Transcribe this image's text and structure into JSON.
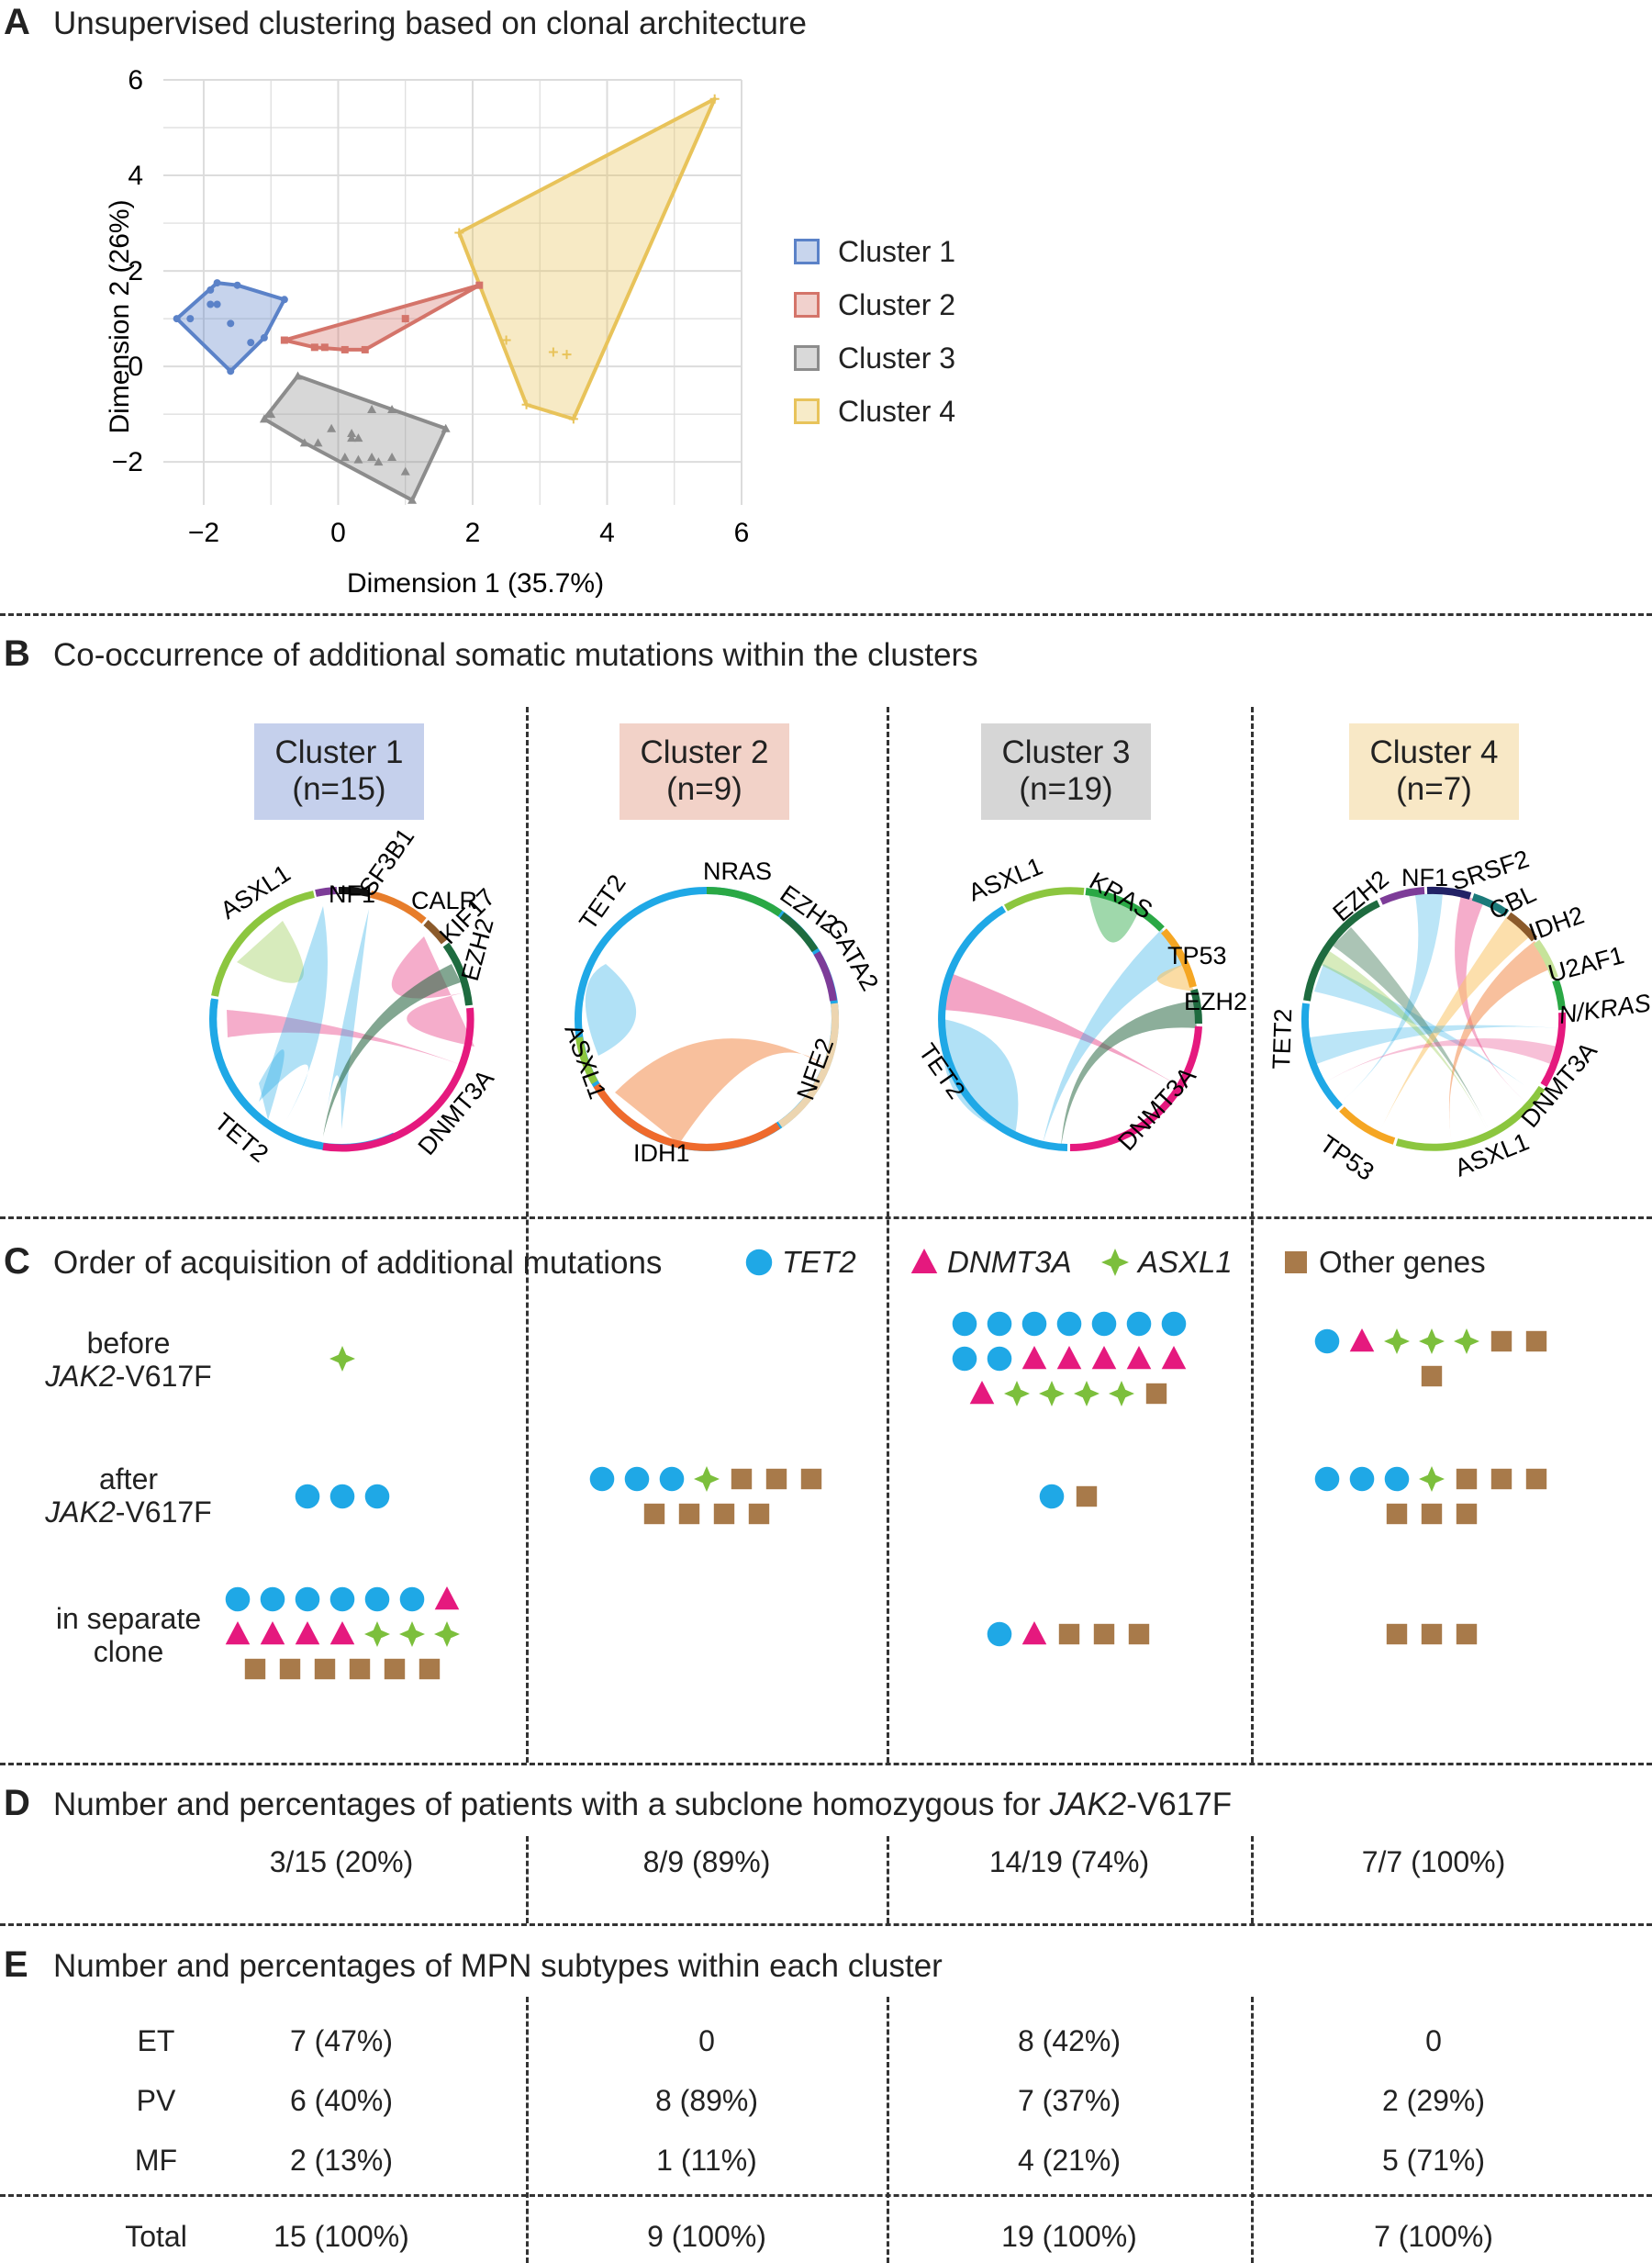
{
  "panel_a": {
    "letter": "A",
    "title": "Unsupervised clustering based on clonal architecture",
    "xlabel": "Dimension 1 (35.7%)",
    "ylabel": "Dimension 2 (26%)",
    "x_ticks": [
      "−2",
      "0",
      "2",
      "4",
      "6"
    ],
    "y_ticks": [
      "6",
      "4",
      "2",
      "0",
      "−2"
    ],
    "legend": [
      "Cluster 1",
      "Cluster 2",
      "Cluster 3",
      "Cluster 4"
    ],
    "colors": {
      "cluster1": "#5b82c8",
      "cluster2": "#d4746a",
      "cluster3": "#8c8c8c",
      "cluster4": "#e8c35a"
    }
  },
  "chart_data": {
    "type": "scatter",
    "xlabel": "Dimension 1 (35.7%)",
    "ylabel": "Dimension 2 (26%)",
    "xlim": [
      -2.6,
      6
    ],
    "ylim": [
      -2.9,
      6
    ],
    "grid": true,
    "legend_position": "right",
    "series": [
      {
        "name": "Cluster 1",
        "marker": "circle",
        "points": [
          [
            -2.4,
            1.0
          ],
          [
            -2.2,
            1.0
          ],
          [
            -1.9,
            1.3
          ],
          [
            -1.9,
            1.6
          ],
          [
            -1.8,
            1.75
          ],
          [
            -1.5,
            1.7
          ],
          [
            -1.8,
            1.3
          ],
          [
            -1.6,
            0.9
          ],
          [
            -1.3,
            0.5
          ],
          [
            -1.6,
            -0.1
          ],
          [
            -0.8,
            1.4
          ],
          [
            -1.1,
            0.6
          ]
        ]
      },
      {
        "name": "Cluster 2",
        "marker": "square",
        "points": [
          [
            -0.8,
            0.55
          ],
          [
            -0.35,
            0.4
          ],
          [
            -0.2,
            0.4
          ],
          [
            0.1,
            0.35
          ],
          [
            0.4,
            0.35
          ],
          [
            1.0,
            1.0
          ],
          [
            2.1,
            1.7
          ]
        ]
      },
      {
        "name": "Cluster 3",
        "marker": "triangle",
        "points": [
          [
            -0.6,
            -0.2
          ],
          [
            -1.0,
            -1.0
          ],
          [
            -1.1,
            -1.1
          ],
          [
            -0.5,
            -1.6
          ],
          [
            -0.1,
            -1.3
          ],
          [
            0.2,
            -1.4
          ],
          [
            0.3,
            -1.5
          ],
          [
            0.1,
            -1.9
          ],
          [
            0.3,
            -1.95
          ],
          [
            0.5,
            -1.9
          ],
          [
            0.6,
            -2.0
          ],
          [
            0.8,
            -1.9
          ],
          [
            0.2,
            -1.5
          ],
          [
            -0.3,
            -1.6
          ],
          [
            1.0,
            -2.2
          ],
          [
            1.6,
            -1.3
          ],
          [
            1.1,
            -2.8
          ],
          [
            0.8,
            -0.9
          ],
          [
            0.5,
            -0.9
          ]
        ]
      },
      {
        "name": "Cluster 4",
        "marker": "plus",
        "points": [
          [
            5.6,
            5.6
          ],
          [
            1.8,
            2.8
          ],
          [
            2.5,
            0.55
          ],
          [
            3.2,
            0.3
          ],
          [
            3.4,
            0.25
          ],
          [
            2.8,
            -0.8
          ],
          [
            3.5,
            -1.1
          ]
        ]
      }
    ]
  },
  "panel_b": {
    "letter": "B",
    "title": "Co-occurrence of additional somatic mutations within the clusters",
    "clusters": [
      {
        "name": "Cluster 1",
        "n": "(n=15)",
        "bg": "#c5d0ec",
        "genes": [
          "ASXL1",
          "NF1",
          "SF3B1",
          "CALR",
          "KIF17",
          "EZH2",
          "DNMT3A",
          "TET2"
        ]
      },
      {
        "name": "Cluster 2",
        "n": "(n=9)",
        "bg": "#f2d2c8",
        "genes": [
          "TET2",
          "NRAS",
          "EZH2",
          "GATA2",
          "NFE2",
          "IDH1",
          "ASXL1"
        ]
      },
      {
        "name": "Cluster 3",
        "n": "(n=19)",
        "bg": "#d6d6d6",
        "genes": [
          "ASXL1",
          "KRAS",
          "TP53",
          "EZH2",
          "DNMT3A",
          "TET2"
        ]
      },
      {
        "name": "Cluster 4",
        "n": "(n=7)",
        "bg": "#f8e8c6",
        "genes": [
          "EZH2",
          "NF1",
          "SRSF2",
          "CBL",
          "IDH2",
          "U2AF1",
          "N/KRAS",
          "DNMT3A",
          "ASXL1",
          "TP53",
          "TET2"
        ]
      }
    ]
  },
  "panel_c": {
    "letter": "C",
    "title": "Order of acquisition of additional mutations",
    "legend": [
      {
        "label": "TET2",
        "shape": "circle",
        "color": "#1fa8e6"
      },
      {
        "label": "DNMT3A",
        "shape": "triangle",
        "color": "#e5197e"
      },
      {
        "label": "ASXL1",
        "shape": "star",
        "color": "#7cbf3c"
      },
      {
        "label": "Other genes",
        "shape": "square",
        "color": "#a87a4a"
      }
    ],
    "row_before_1": "before",
    "row_before_2": "-V617F",
    "row_after_1": "after",
    "row_after_2": "-V617F",
    "row_sep_1": "in separate",
    "row_sep_2": "clone",
    "jak2": "JAK2",
    "counts": {
      "before": [
        {
          "TET2": 0,
          "DNMT3A": 0,
          "ASXL1": 1,
          "Other": 0
        },
        {
          "TET2": 0,
          "DNMT3A": 0,
          "ASXL1": 0,
          "Other": 0
        },
        {
          "TET2": 9,
          "DNMT3A": 6,
          "ASXL1": 4,
          "Other": 1
        },
        {
          "TET2": 1,
          "DNMT3A": 1,
          "ASXL1": 3,
          "Other": 3
        }
      ],
      "after": [
        {
          "TET2": 3,
          "DNMT3A": 0,
          "ASXL1": 0,
          "Other": 0
        },
        {
          "TET2": 3,
          "DNMT3A": 0,
          "ASXL1": 1,
          "Other": 7
        },
        {
          "TET2": 1,
          "DNMT3A": 0,
          "ASXL1": 0,
          "Other": 1
        },
        {
          "TET2": 3,
          "DNMT3A": 0,
          "ASXL1": 1,
          "Other": 6
        }
      ],
      "separate": [
        {
          "TET2": 6,
          "DNMT3A": 5,
          "ASXL1": 3,
          "Other": 6
        },
        {
          "TET2": 0,
          "DNMT3A": 0,
          "ASXL1": 0,
          "Other": 0
        },
        {
          "TET2": 1,
          "DNMT3A": 1,
          "ASXL1": 0,
          "Other": 3
        },
        {
          "TET2": 0,
          "DNMT3A": 0,
          "ASXL1": 0,
          "Other": 3
        }
      ]
    }
  },
  "panel_d": {
    "letter": "D",
    "title": "Number and percentages of patients with a subclone homozygous for ",
    "title_gene": "JAK2",
    "title_suffix": "-V617F",
    "values": [
      "3/15 (20%)",
      "8/9 (89%)",
      "14/19 (74%)",
      "7/7 (100%)"
    ]
  },
  "panel_e": {
    "letter": "E",
    "title": "Number and percentages of MPN subtypes within each cluster",
    "rows": [
      {
        "label": "ET",
        "values": [
          "7 (47%)",
          "0",
          "8 (42%)",
          "0"
        ]
      },
      {
        "label": "PV",
        "values": [
          "6 (40%)",
          "8 (89%)",
          "7 (37%)",
          "2 (29%)"
        ]
      },
      {
        "label": "MF",
        "values": [
          "2 (13%)",
          "1 (11%)",
          "4 (21%)",
          "5 (71%)"
        ]
      },
      {
        "label": "Total",
        "values": [
          "15 (100%)",
          "9 (100%)",
          "19 (100%)",
          "7 (100%)"
        ]
      }
    ]
  }
}
